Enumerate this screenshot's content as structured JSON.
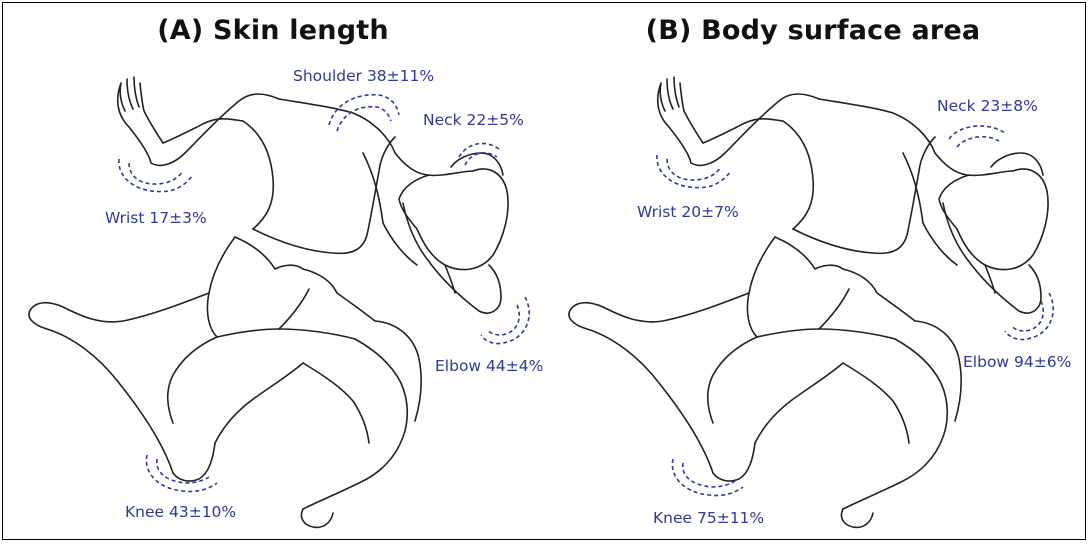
{
  "panels": [
    {
      "title": "(A) Skin length",
      "labels": {
        "shoulder": "Shoulder 38±11%",
        "neck": "Neck 22±5%",
        "wrist": "Wrist 17±3%",
        "elbow": "Elbow 44±4%",
        "knee": "Knee 43±10%"
      }
    },
    {
      "title": "(B) Body surface area",
      "labels": {
        "neck": "Neck 23±8%",
        "wrist": "Wrist 20±7%",
        "elbow": "Elbow 94±6%",
        "knee": "Knee 75±11%"
      }
    }
  ],
  "colors": {
    "label": "#2f3a9a",
    "figure_line": "#222222",
    "border": "#000000"
  }
}
